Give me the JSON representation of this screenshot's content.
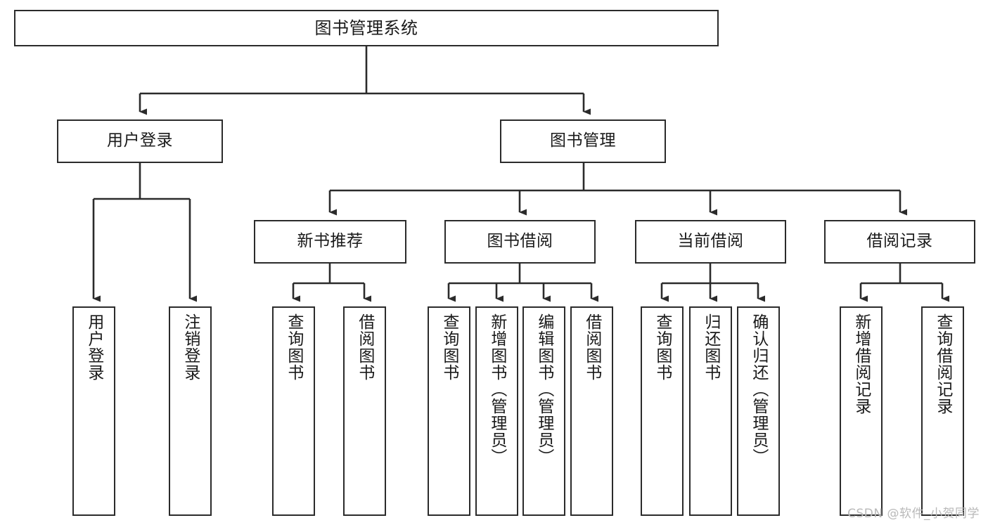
{
  "diagram": {
    "title": "图书管理系统",
    "type": "tree-hierarchy-diagram",
    "theme": {
      "background": "#ffffff",
      "node_fill": "#ffffff",
      "node_stroke": "#2b2b2b",
      "edge_stroke": "#2b2b2b",
      "text_color": "#1a1a1a",
      "watermark_color": "#b9b9b9"
    },
    "nodes": {
      "root": {
        "label": "图书管理系统",
        "orientation": "horizontal"
      },
      "level2": [
        {
          "id": "user-login",
          "label": "用户登录",
          "orientation": "horizontal"
        },
        {
          "id": "book-manage",
          "label": "图书管理",
          "orientation": "horizontal"
        }
      ],
      "level3": [
        {
          "id": "new-book-recommend",
          "label": "新书推荐",
          "orientation": "horizontal"
        },
        {
          "id": "book-borrow",
          "label": "图书借阅",
          "orientation": "horizontal"
        },
        {
          "id": "current-borrow",
          "label": "当前借阅",
          "orientation": "horizontal"
        },
        {
          "id": "borrow-record",
          "label": "借阅记录",
          "orientation": "horizontal"
        }
      ],
      "leaves": [
        {
          "id": "leaf-user-login",
          "label": "用户登录",
          "parent": "user-login",
          "orientation": "vertical"
        },
        {
          "id": "leaf-user-logout",
          "label": "注销登录",
          "parent": "user-login",
          "orientation": "vertical"
        },
        {
          "id": "leaf-query-book-1",
          "label": "查询图书",
          "parent": "new-book-recommend",
          "orientation": "vertical"
        },
        {
          "id": "leaf-borrow-book-1",
          "label": "借阅图书",
          "parent": "new-book-recommend",
          "orientation": "vertical"
        },
        {
          "id": "leaf-query-book-2",
          "label": "查询图书",
          "parent": "book-borrow",
          "orientation": "vertical"
        },
        {
          "id": "leaf-add-book",
          "label": "新增图书（管理员）",
          "parent": "book-borrow",
          "orientation": "vertical"
        },
        {
          "id": "leaf-edit-book",
          "label": "编辑图书（管理员）",
          "parent": "book-borrow",
          "orientation": "vertical"
        },
        {
          "id": "leaf-borrow-book-2",
          "label": "借阅图书",
          "parent": "book-borrow",
          "orientation": "vertical"
        },
        {
          "id": "leaf-query-book-3",
          "label": "查询图书",
          "parent": "current-borrow",
          "orientation": "vertical"
        },
        {
          "id": "leaf-return-book",
          "label": "归还图书",
          "parent": "current-borrow",
          "orientation": "vertical"
        },
        {
          "id": "leaf-confirm-return",
          "label": "确认归还（管理员）",
          "parent": "current-borrow",
          "orientation": "vertical"
        },
        {
          "id": "leaf-add-record",
          "label": "新增借阅记录",
          "parent": "borrow-record",
          "orientation": "vertical"
        },
        {
          "id": "leaf-query-record",
          "label": "查询借阅记录",
          "parent": "borrow-record",
          "orientation": "vertical"
        }
      ]
    },
    "watermark": "CSDN @软件_小贺同学"
  }
}
